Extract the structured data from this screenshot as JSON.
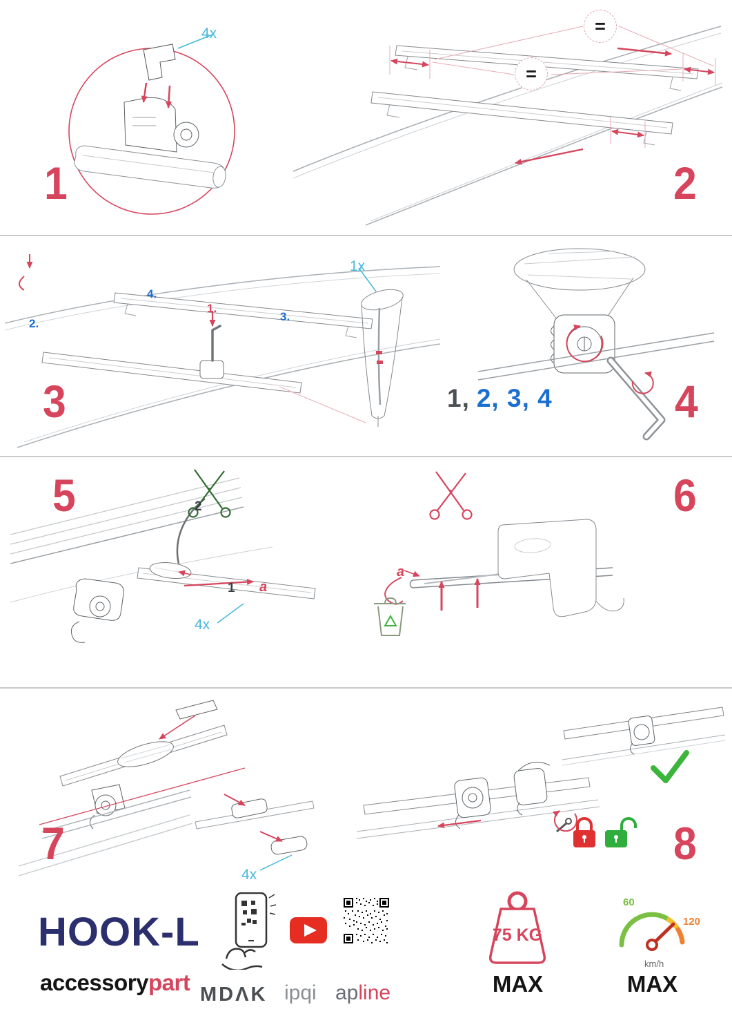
{
  "steps": {
    "s1": {
      "number": "1",
      "qty": "4x"
    },
    "s2": {
      "number": "2",
      "equal_top": "=",
      "equal_mid": "="
    },
    "s3": {
      "number": "3",
      "order1": "1.",
      "order2": "2.",
      "order3": "3.",
      "order4": "4.",
      "qty": "1x"
    },
    "s4": {
      "number": "4",
      "sequence_done": "1,",
      "sequence_rest": "2, 3, 4"
    },
    "s5": {
      "number": "5",
      "cut_step": "2",
      "pull_step": "1",
      "strap": "a",
      "qty": "4x"
    },
    "s6": {
      "number": "6",
      "strap": "a"
    },
    "s7": {
      "number": "7",
      "qty": "4x"
    },
    "s8": {
      "number": "8"
    }
  },
  "footer": {
    "product_name": "HOOK-L",
    "brand_part1": "accessory",
    "brand_part2": "part",
    "logo_mdak": "MDΛK",
    "logo_ipqi": "ipqi",
    "logo_apline_part1": "ap",
    "logo_apline_part2": "line",
    "weight_limit": "75 KG",
    "weight_max_label": "MAX",
    "speed_scale_low": "60",
    "speed_scale_high": "120",
    "speed_unit": "km/h",
    "speed_max_label": "MAX"
  },
  "colors": {
    "accent_red": "#d6455c",
    "cyan": "#45b7dc",
    "blue": "#1b6fd0",
    "green": "#3bb53b",
    "navy": "#2b2f6e"
  }
}
